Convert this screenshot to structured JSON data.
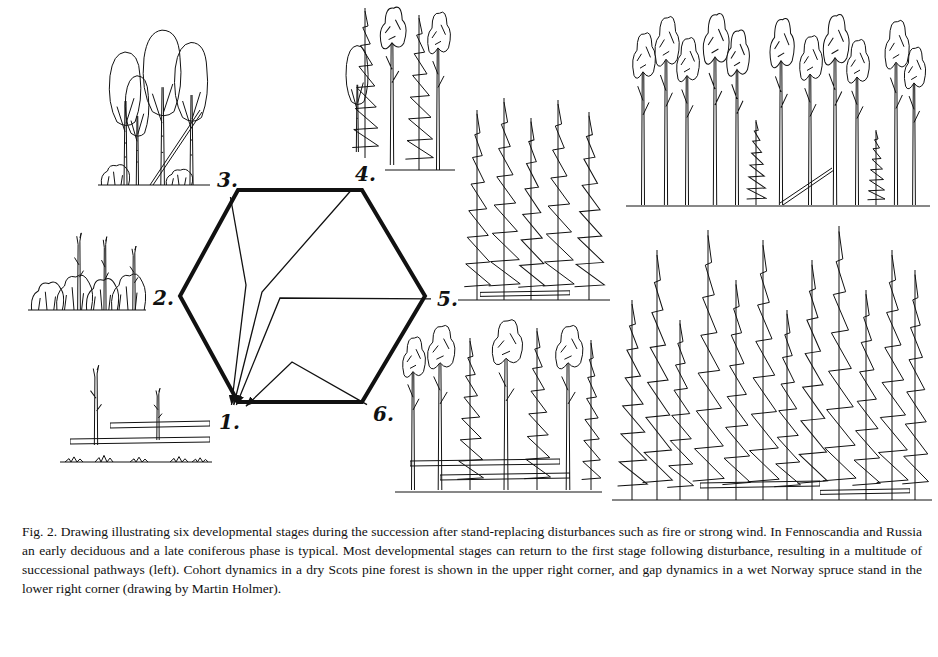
{
  "diagram": {
    "caption": "Fig. 2. Drawing illustrating six developmental stages during the succession after stand-replacing disturbances such as fire or strong wind. In Fennoscandia and Russia an early deciduous and a late coniferous phase is typical. Most developmental stages can return to the first stage following disturbance, resulting in a multitude of successional pathways (left). Cohort dynamics in a dry Scots pine forest is shown in the upper right corner, and gap dynamics in a wet Norway spruce stand in the lower right corner (drawing by Martin Holmer).",
    "nodes": [
      {
        "text": [
          "1."
        ]
      },
      {
        "text": [
          "2."
        ]
      },
      {
        "text": [
          "3."
        ]
      },
      {
        "text": [
          "4."
        ]
      },
      {
        "text": [
          "5."
        ]
      },
      {
        "text": [
          "6."
        ]
      }
    ],
    "edges": [
      {
        "from": 2,
        "to": 0,
        "arrow": "to"
      },
      {
        "from": 3,
        "to": 0,
        "arrow": "to"
      },
      {
        "from": 4,
        "to": 0,
        "arrow": "to"
      },
      {
        "from": 5,
        "to": 0,
        "arrow": "to"
      }
    ]
  }
}
